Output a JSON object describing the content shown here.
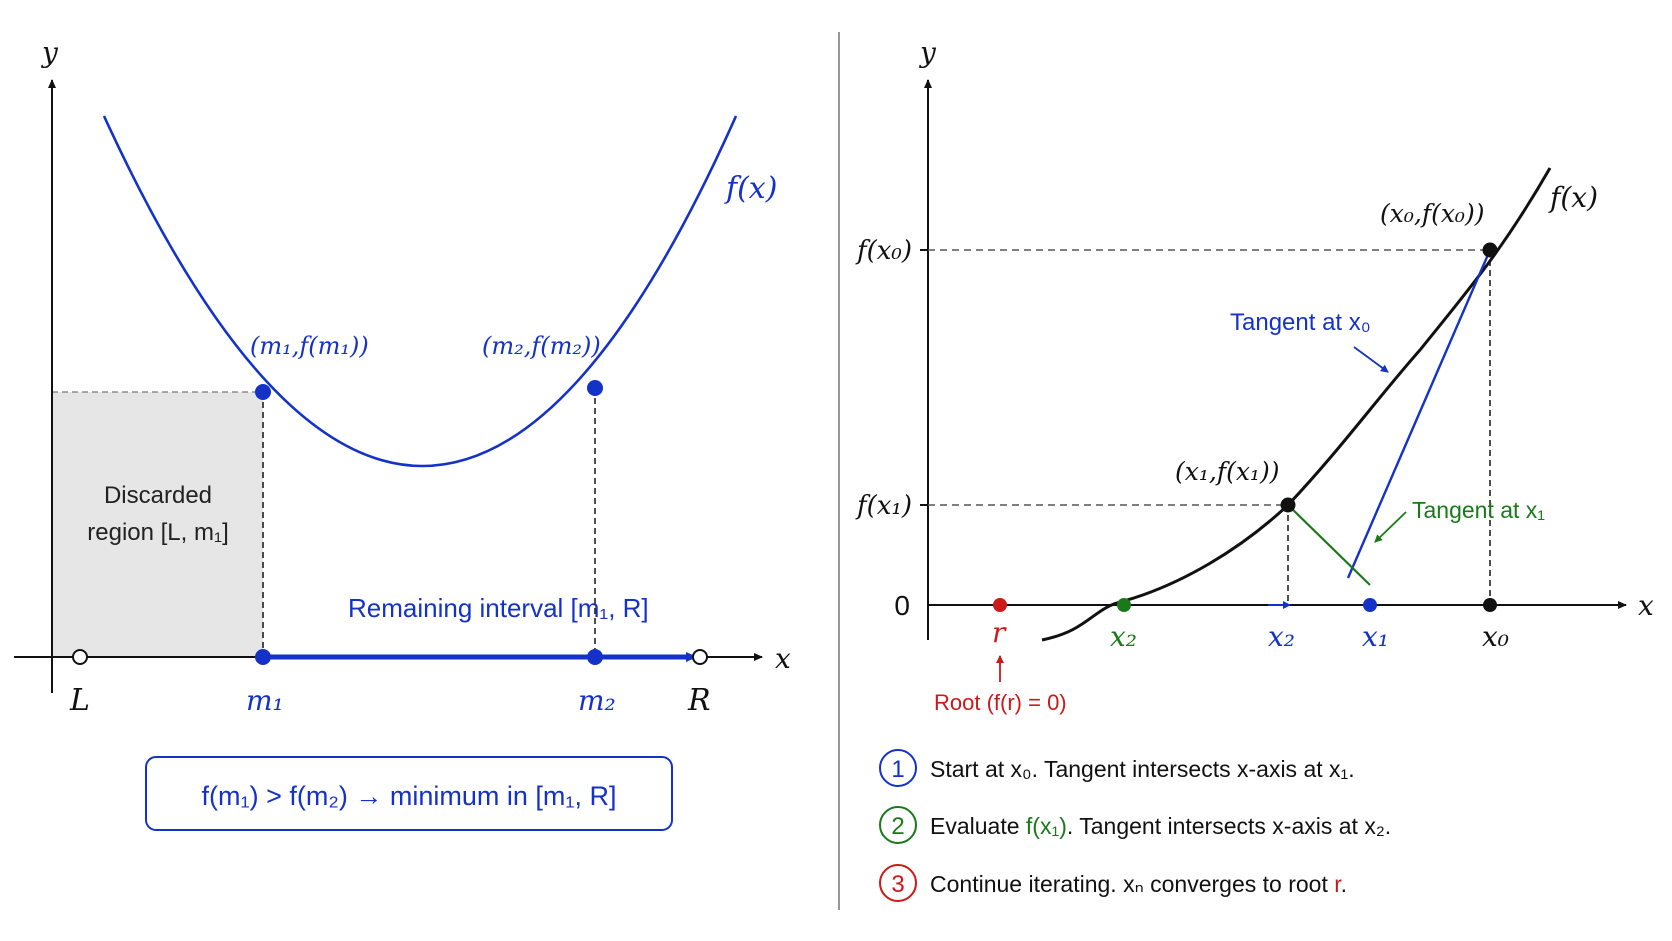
{
  "colors": {
    "blue": "#1432c8",
    "green": "#1a7a1a",
    "red": "#cc1a1a",
    "black": "#111111",
    "gray_fill": "#e6e6e6",
    "dash_gray": "#555555"
  },
  "left": {
    "axis_x_label": "x",
    "axis_y_label": "y",
    "curve_label": "f(x)",
    "point_m1_label": "(m₁,f(m₁))",
    "point_m2_label": "(m₂,f(m₂))",
    "tick_L": "L",
    "tick_m1": "m₁",
    "tick_m2": "m₂",
    "tick_R": "R",
    "discarded_line1": "Discarded",
    "discarded_line2": "region [L, m₁]",
    "remaining_label": "Remaining interval [m₁, R]",
    "rule_box": "f(m₁) > f(m₂) → minimum in [m₁, R]"
  },
  "right": {
    "axis_x_label": "x",
    "axis_y_label": "y",
    "curve_label": "f(x)",
    "y_tick_fx0": "f(x₀)",
    "y_tick_fx1": "f(x₁)",
    "y_tick_zero": "0",
    "point_x0_label": "(x₀,f(x₀))",
    "point_x1_label": "(x₁,f(x₁))",
    "tangent_x0_label": "Tangent at x₀",
    "tangent_x1_label": "Tangent at x₁",
    "tick_r": "r",
    "tick_x2_green": "x₂",
    "tick_x2_blue": "x₂",
    "tick_x1": "x₁",
    "tick_x0": "x₀",
    "root_label": "Root (f(r) = 0)"
  },
  "steps": [
    {
      "num": "1",
      "text_a": "Start at x₀. Tangent intersects x-axis at x₁.",
      "highlight": "",
      "text_b": ""
    },
    {
      "num": "2",
      "text_a": "Evaluate ",
      "highlight": "f(x₁)",
      "text_b": ". Tangent intersects x-axis at x₂."
    },
    {
      "num": "3",
      "text_a": "Continue iterating. xₙ converges to root ",
      "highlight": "r",
      "text_b": "."
    }
  ]
}
